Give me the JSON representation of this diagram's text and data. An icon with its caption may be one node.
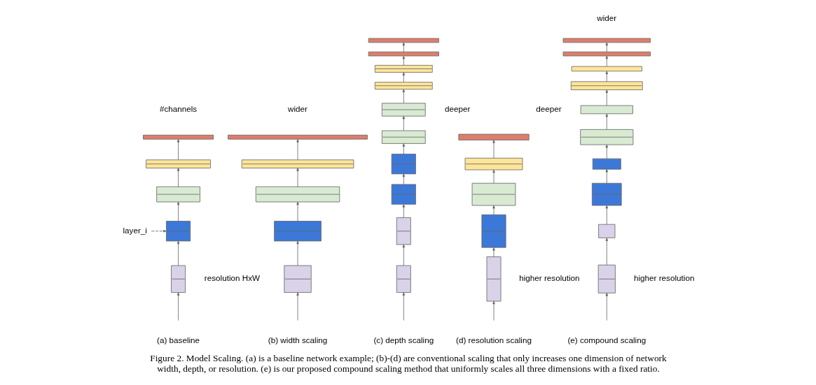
{
  "diagram": {
    "caption": "Figure 2. Model Scaling. (a) is a baseline network example; (b)-(d) are conventional scaling that only increases one dimension of network width, depth, or resolution. (e) is our proposed compound scaling method that uniformly scales all three dimensions with a fixed ratio.",
    "nodes": [
      {
        "text": [],
        "shape": "box"
      },
      {
        "text": [],
        "shape": "box"
      },
      {
        "text": [],
        "shape": "box"
      },
      {
        "text": [],
        "shape": "box"
      },
      {
        "text": [],
        "shape": "box"
      },
      {
        "text": [
          "layer_i"
        ]
      },
      {
        "text": [],
        "shape": "box"
      },
      {
        "text": [],
        "shape": "box"
      },
      {
        "text": [],
        "shape": "box"
      },
      {
        "text": [],
        "shape": "box"
      },
      {
        "text": [],
        "shape": "box"
      },
      {
        "text": [],
        "shape": "box"
      },
      {
        "text": [],
        "shape": "box"
      },
      {
        "text": [],
        "shape": "box"
      },
      {
        "text": [],
        "shape": "box"
      },
      {
        "text": [],
        "shape": "box"
      },
      {
        "text": [],
        "shape": "box"
      },
      {
        "text": [],
        "shape": "box"
      },
      {
        "text": [],
        "shape": "box"
      },
      {
        "text": [],
        "shape": "box"
      },
      {
        "text": [],
        "shape": "box"
      },
      {
        "text": [],
        "shape": "box"
      },
      {
        "text": [],
        "shape": "box"
      },
      {
        "text": [],
        "shape": "box"
      },
      {
        "text": [],
        "shape": "box"
      },
      {
        "text": [],
        "shape": "box"
      },
      {
        "text": [],
        "shape": "box"
      },
      {
        "text": [],
        "shape": "box"
      },
      {
        "text": [],
        "shape": "box"
      },
      {
        "text": [],
        "shape": "box"
      },
      {
        "text": [],
        "shape": "box"
      },
      {
        "text": [],
        "shape": "box"
      },
      {
        "text": [],
        "shape": "box"
      },
      {
        "text": [],
        "shape": "box"
      },
      {
        "text": [],
        "shape": "box"
      },
      {
        "text": [],
        "shape": "box"
      }
    ],
    "edges": [
      {
        "from": null,
        "to": 4,
        "arrow": "to"
      },
      {
        "from": 4,
        "to": 3,
        "arrow": "to"
      },
      {
        "from": 3,
        "to": 2,
        "arrow": "to"
      },
      {
        "from": 2,
        "to": 1,
        "arrow": "to"
      },
      {
        "from": 1,
        "to": 0,
        "arrow": "to"
      },
      {
        "from": 5,
        "to": 3,
        "arrow": "to",
        "style": "dashed"
      },
      {
        "from": null,
        "to": 10,
        "arrow": "to"
      },
      {
        "from": 10,
        "to": 9,
        "arrow": "to"
      },
      {
        "from": 9,
        "to": 8,
        "arrow": "to"
      },
      {
        "from": 8,
        "to": 7,
        "arrow": "to"
      },
      {
        "from": 7,
        "to": 6,
        "arrow": "to"
      },
      {
        "from": null,
        "to": 20,
        "arrow": "to"
      },
      {
        "from": 20,
        "to": 19,
        "arrow": "to"
      },
      {
        "from": 19,
        "to": 18,
        "arrow": "to"
      },
      {
        "from": 18,
        "to": 17,
        "arrow": "to"
      },
      {
        "from": 17,
        "to": 16,
        "arrow": "to"
      },
      {
        "from": 16,
        "to": 15,
        "arrow": "to"
      },
      {
        "from": 15,
        "to": 14,
        "arrow": "to"
      },
      {
        "from": 14,
        "to": 13,
        "arrow": "to"
      },
      {
        "from": 13,
        "to": 12,
        "arrow": "to"
      },
      {
        "from": 12,
        "to": 11,
        "arrow": "to"
      },
      {
        "from": null,
        "to": 25,
        "arrow": "to"
      },
      {
        "from": 25,
        "to": 24,
        "arrow": "to"
      },
      {
        "from": 24,
        "to": 23,
        "arrow": "to"
      },
      {
        "from": 23,
        "to": 22,
        "arrow": "to"
      },
      {
        "from": 22,
        "to": 21,
        "arrow": "to"
      },
      {
        "from": null,
        "to": 35,
        "arrow": "to"
      },
      {
        "from": 35,
        "to": 34,
        "arrow": "to"
      },
      {
        "from": 34,
        "to": 33,
        "arrow": "to"
      },
      {
        "from": 33,
        "to": 32,
        "arrow": "to"
      },
      {
        "from": 32,
        "to": 31,
        "arrow": "to"
      },
      {
        "from": 31,
        "to": 30,
        "arrow": "to"
      },
      {
        "from": 30,
        "to": 29,
        "arrow": "to"
      },
      {
        "from": 29,
        "to": 28,
        "arrow": "to"
      },
      {
        "from": 28,
        "to": 27,
        "arrow": "to"
      },
      {
        "from": 27,
        "to": 26,
        "arrow": "to"
      }
    ],
    "labels": [
      "wider",
      "#channels",
      "wider",
      "deeper",
      "deeper",
      "resolution HxW",
      "higher resolution",
      "higher resolution",
      "(a) baseline",
      "(b) width scaling",
      "(c) depth scaling",
      "(d) resolution scaling",
      "(e) compound scaling"
    ]
  }
}
